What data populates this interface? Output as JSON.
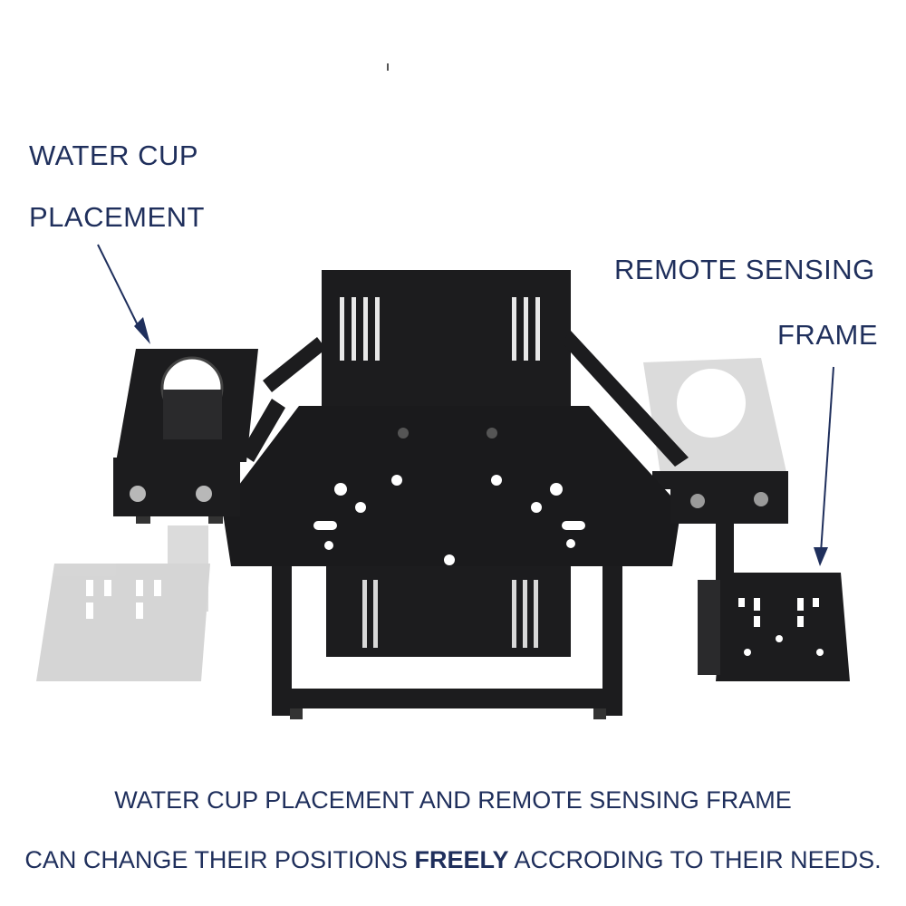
{
  "labels": {
    "water_cup_line1": "WATER CUP",
    "water_cup_line2": "PLACEMENT",
    "remote_line1": "REMOTE SENSING",
    "remote_line2": "FRAME"
  },
  "caption": {
    "line1": "WATER CUP PLACEMENT AND REMOTE SENSING FRAME",
    "line2_before": "CAN CHANGE THEIR POSITIONS ",
    "line2_emphasis": "FREELY",
    "line2_after": " ACCRODING TO THEIR NEEDS."
  },
  "colors": {
    "text": "#1f2f5c",
    "arrow": "#1f2f5c",
    "metal": "#1c1c1e",
    "ghost": "#cfcfcf"
  }
}
